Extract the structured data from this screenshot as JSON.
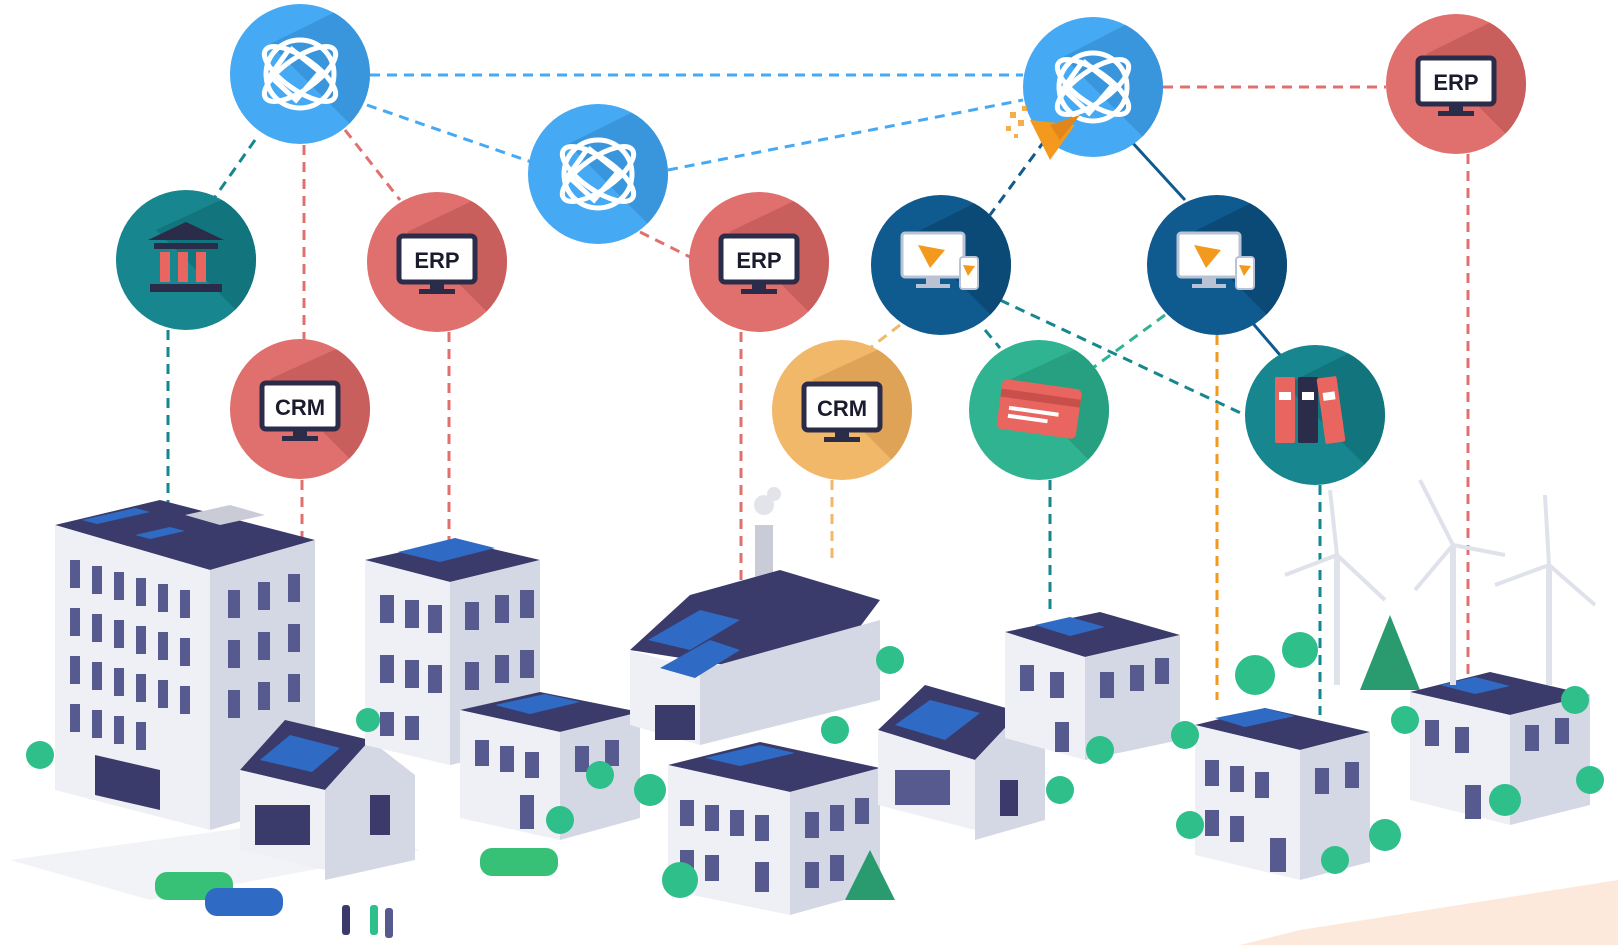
{
  "nodes": {
    "hub_left": {
      "icon": "globe-network-icon",
      "color": "#45a9f3"
    },
    "hub_center": {
      "icon": "globe-network-icon",
      "color": "#45a9f3"
    },
    "hub_right": {
      "icon": "globe-network-icon",
      "color": "#45a9f3"
    },
    "bank": {
      "icon": "bank-building-icon",
      "color": "#17868f"
    },
    "crm_left": {
      "label": "CRM",
      "icon": "monitor-icon",
      "color": "#e0706e"
    },
    "erp_left": {
      "label": "ERP",
      "icon": "monitor-icon",
      "color": "#e0706e"
    },
    "erp_center": {
      "label": "ERP",
      "icon": "monitor-icon",
      "color": "#e0706e"
    },
    "erp_right": {
      "label": "ERP",
      "icon": "monitor-icon",
      "color": "#e0706e"
    },
    "crm_center": {
      "label": "CRM",
      "icon": "monitor-icon",
      "color": "#f1b86a"
    },
    "devices_left": {
      "icon": "desktop-and-phone-icon",
      "color": "#0f5a8e"
    },
    "devices_right": {
      "icon": "desktop-and-phone-icon",
      "color": "#0f5a8e"
    },
    "payment_card": {
      "icon": "credit-card-icon",
      "color": "#2fb391"
    },
    "archive": {
      "icon": "binders-icon",
      "color": "#17868f"
    }
  },
  "brand_logo": {
    "icon": "origami-bird-logo",
    "color": "#f39a1e"
  },
  "colors": {
    "blue_link": "#45a9f3",
    "red_link": "#e0706e",
    "teal_link": "#16868f",
    "orange_link": "#f39a1e",
    "navy_link": "#0f5a8e",
    "roof": "#3b3b6b",
    "solar": "#2f6bc4",
    "wall": "#eef0f5",
    "tree": "#2fbf8a"
  }
}
